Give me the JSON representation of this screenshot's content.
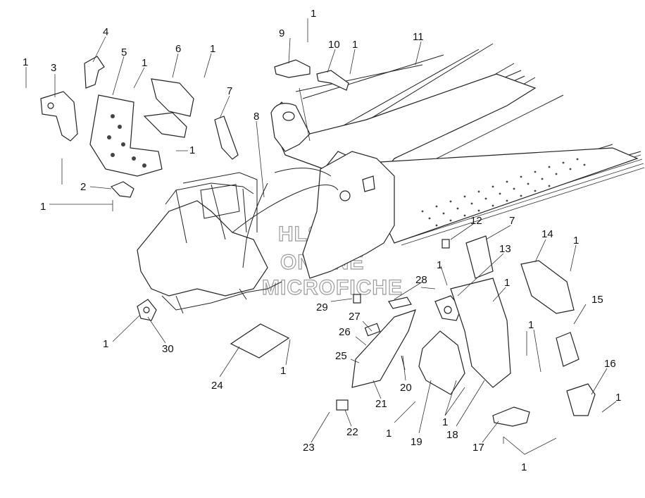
{
  "watermark": [
    "HLSM'S",
    "ONLINE",
    "MICROFICHE"
  ],
  "callouts": [
    {
      "id": "c1a",
      "text": "1"
    },
    {
      "id": "c3",
      "text": "3"
    },
    {
      "id": "c4",
      "text": "4"
    },
    {
      "id": "c5",
      "text": "5"
    },
    {
      "id": "c1b",
      "text": "1"
    },
    {
      "id": "c6",
      "text": "6"
    },
    {
      "id": "c1c",
      "text": "1"
    },
    {
      "id": "c7a",
      "text": "7"
    },
    {
      "id": "c1d",
      "text": "1"
    },
    {
      "id": "c2",
      "text": "2"
    },
    {
      "id": "c1e",
      "text": "1"
    },
    {
      "id": "c8",
      "text": "8"
    },
    {
      "id": "c9",
      "text": "9"
    },
    {
      "id": "c1f",
      "text": "1"
    },
    {
      "id": "c10",
      "text": "10"
    },
    {
      "id": "c1g",
      "text": "1"
    },
    {
      "id": "c11",
      "text": "11"
    },
    {
      "id": "c12",
      "text": "12"
    },
    {
      "id": "c7b",
      "text": "7"
    },
    {
      "id": "c14",
      "text": "14"
    },
    {
      "id": "c1h",
      "text": "1"
    },
    {
      "id": "c13",
      "text": "13"
    },
    {
      "id": "c1i",
      "text": "1"
    },
    {
      "id": "c1j",
      "text": "1"
    },
    {
      "id": "c28",
      "text": "28"
    },
    {
      "id": "c29",
      "text": "29"
    },
    {
      "id": "c27",
      "text": "27"
    },
    {
      "id": "c26",
      "text": "26"
    },
    {
      "id": "c25",
      "text": "25"
    },
    {
      "id": "c1k",
      "text": "1"
    },
    {
      "id": "c30",
      "text": "30"
    },
    {
      "id": "c24",
      "text": "24"
    },
    {
      "id": "c1l",
      "text": "1"
    },
    {
      "id": "c20",
      "text": "20"
    },
    {
      "id": "c21",
      "text": "21"
    },
    {
      "id": "c15",
      "text": "15"
    },
    {
      "id": "c1m",
      "text": "1"
    },
    {
      "id": "c16",
      "text": "16"
    },
    {
      "id": "c1n",
      "text": "1"
    },
    {
      "id": "c23",
      "text": "23"
    },
    {
      "id": "c22",
      "text": "22"
    },
    {
      "id": "c1o",
      "text": "1"
    },
    {
      "id": "c19",
      "text": "19"
    },
    {
      "id": "c1p",
      "text": "1"
    },
    {
      "id": "c18",
      "text": "18"
    },
    {
      "id": "c17",
      "text": "17"
    },
    {
      "id": "c1q",
      "text": "1"
    }
  ]
}
